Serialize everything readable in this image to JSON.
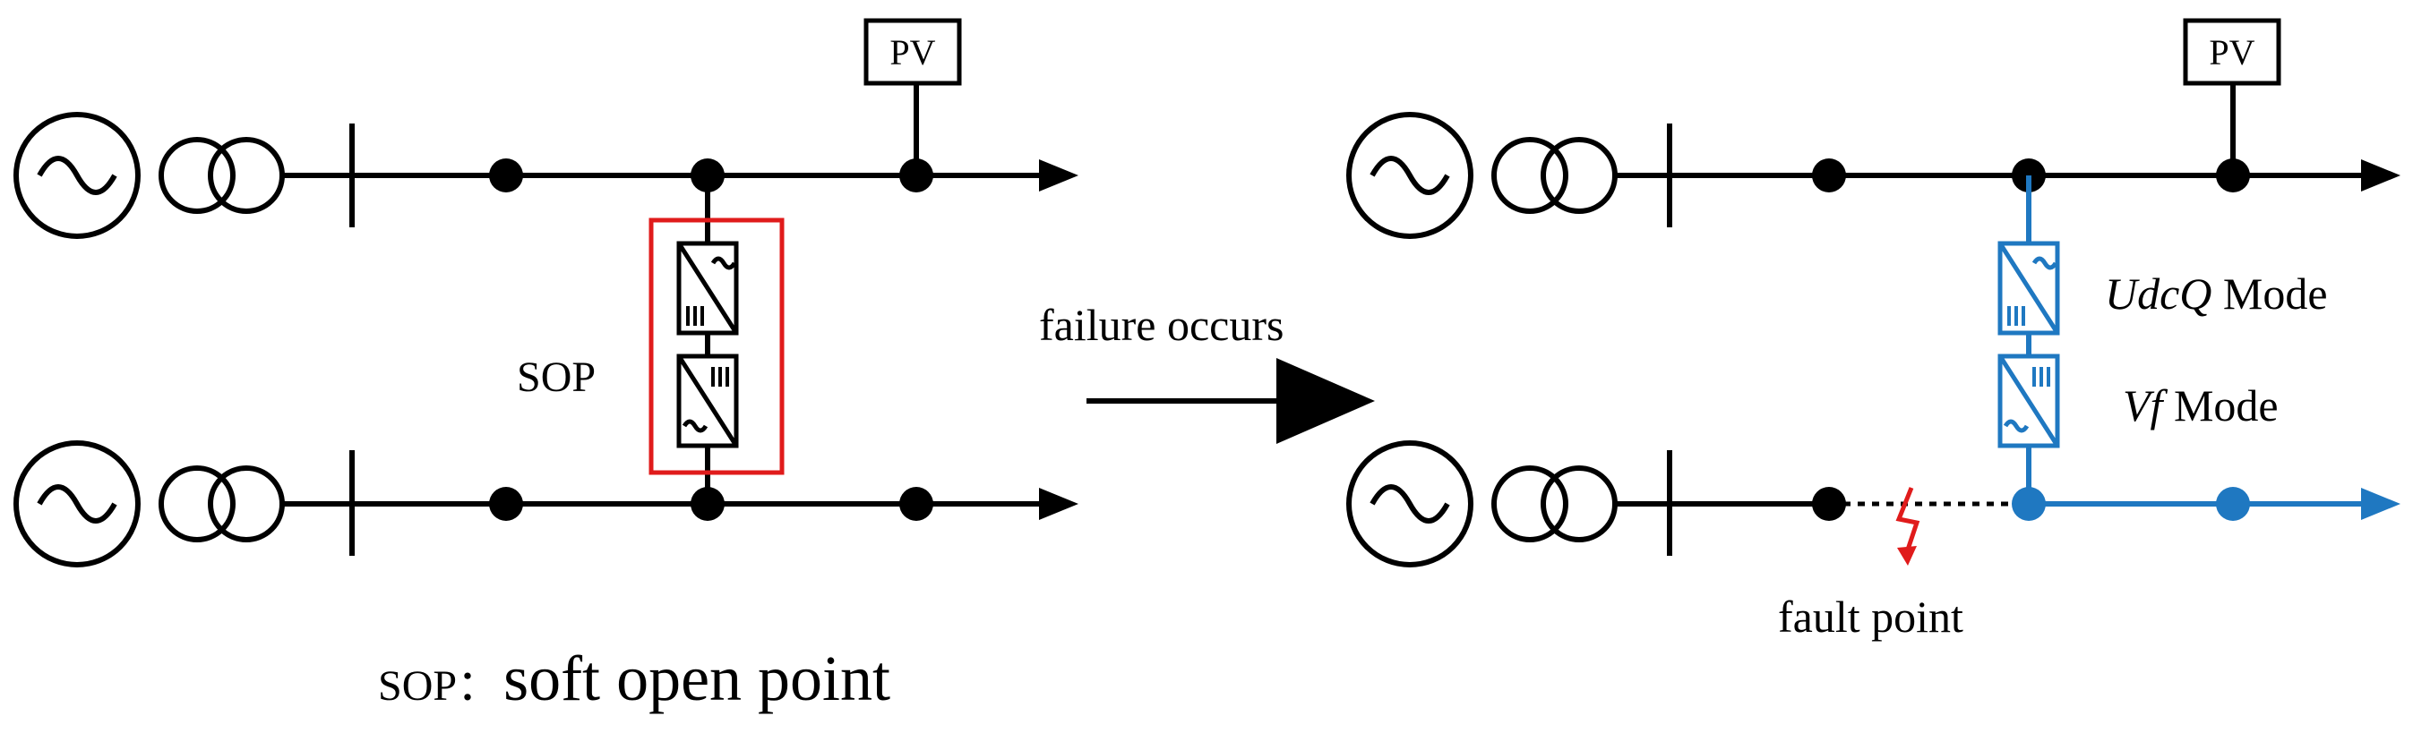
{
  "labels": {
    "pv_left": "PV",
    "pv_right": "PV",
    "sop_label": "SOP",
    "arrow_caption": "failure occurs",
    "legend_abbr": "SOP：",
    "legend_text": "soft open point",
    "udcq_italic": "UdcQ",
    "udcq_mode": " Mode",
    "vf_italic": "Vf",
    "vf_mode": " Mode",
    "fault_point": "fault point"
  },
  "colors": {
    "line": "#000000",
    "sop_box": "#e01b1b",
    "active_path": "#1f78c1",
    "fault": "#e01b1b"
  },
  "icons": {
    "generator": "ac-source-icon",
    "transformer": "transformer-icon",
    "converter": "ac-dc-converter-icon",
    "fault": "lightning-fault-icon"
  }
}
